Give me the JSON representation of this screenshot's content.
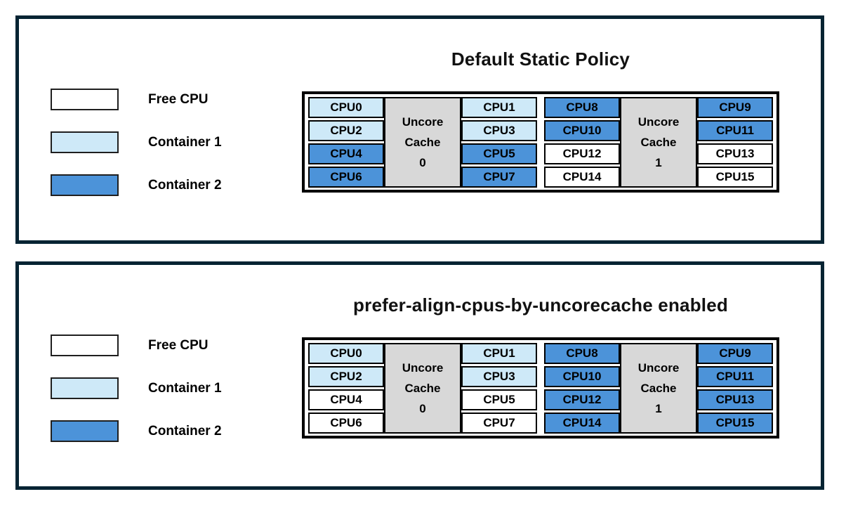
{
  "colors": {
    "free_cpu": "#ffffff",
    "container_1": "#cee9f8",
    "container_2": "#4c93d9",
    "uncore_cache": "#d8d8d8",
    "panel_border": "#062433"
  },
  "legend": {
    "items": [
      {
        "label": "Free CPU",
        "state": "free"
      },
      {
        "label": "Container 1",
        "state": "container1"
      },
      {
        "label": "Container 2",
        "state": "container2"
      }
    ]
  },
  "panels": [
    {
      "title": "Default Static Policy",
      "groups": [
        {
          "cache_lines": [
            "Uncore",
            "Cache",
            "0"
          ],
          "left": [
            {
              "label": "CPU0",
              "state": "container1"
            },
            {
              "label": "CPU2",
              "state": "container1"
            },
            {
              "label": "CPU4",
              "state": "container2"
            },
            {
              "label": "CPU6",
              "state": "container2"
            }
          ],
          "right": [
            {
              "label": "CPU1",
              "state": "container1"
            },
            {
              "label": "CPU3",
              "state": "container1"
            },
            {
              "label": "CPU5",
              "state": "container2"
            },
            {
              "label": "CPU7",
              "state": "container2"
            }
          ]
        },
        {
          "cache_lines": [
            "Uncore",
            "Cache",
            "1"
          ],
          "left": [
            {
              "label": "CPU8",
              "state": "container2"
            },
            {
              "label": "CPU10",
              "state": "container2"
            },
            {
              "label": "CPU12",
              "state": "free"
            },
            {
              "label": "CPU14",
              "state": "free"
            }
          ],
          "right": [
            {
              "label": "CPU9",
              "state": "container2"
            },
            {
              "label": "CPU11",
              "state": "container2"
            },
            {
              "label": "CPU13",
              "state": "free"
            },
            {
              "label": "CPU15",
              "state": "free"
            }
          ]
        }
      ]
    },
    {
      "title": "prefer-align-cpus-by-uncorecache enabled",
      "groups": [
        {
          "cache_lines": [
            "Uncore",
            "Cache",
            "0"
          ],
          "left": [
            {
              "label": "CPU0",
              "state": "container1"
            },
            {
              "label": "CPU2",
              "state": "container1"
            },
            {
              "label": "CPU4",
              "state": "free"
            },
            {
              "label": "CPU6",
              "state": "free"
            }
          ],
          "right": [
            {
              "label": "CPU1",
              "state": "container1"
            },
            {
              "label": "CPU3",
              "state": "container1"
            },
            {
              "label": "CPU5",
              "state": "free"
            },
            {
              "label": "CPU7",
              "state": "free"
            }
          ]
        },
        {
          "cache_lines": [
            "Uncore",
            "Cache",
            "1"
          ],
          "left": [
            {
              "label": "CPU8",
              "state": "container2"
            },
            {
              "label": "CPU10",
              "state": "container2"
            },
            {
              "label": "CPU12",
              "state": "container2"
            },
            {
              "label": "CPU14",
              "state": "container2"
            }
          ],
          "right": [
            {
              "label": "CPU9",
              "state": "container2"
            },
            {
              "label": "CPU11",
              "state": "container2"
            },
            {
              "label": "CPU13",
              "state": "container2"
            },
            {
              "label": "CPU15",
              "state": "container2"
            }
          ]
        }
      ]
    }
  ]
}
